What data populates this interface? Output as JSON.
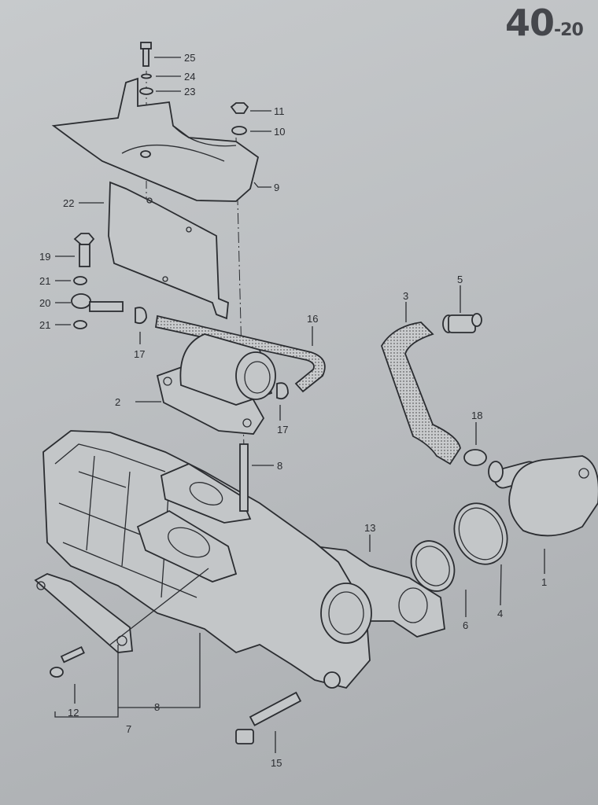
{
  "page": {
    "number": "40",
    "suffix": "-20"
  },
  "labels": {
    "p25": "25",
    "p24": "24",
    "p23": "23",
    "p11": "11",
    "p10": "10",
    "p9": "9",
    "p22": "22",
    "p19": "19",
    "p21a": "21",
    "p20": "20",
    "p21b": "21",
    "p17a": "17",
    "p16": "16",
    "p3": "3",
    "p5": "5",
    "p2": "2",
    "p17b": "17",
    "p18": "18",
    "p8a": "8",
    "p13": "13",
    "p1": "1",
    "p4": "4",
    "p6": "6",
    "p12": "12",
    "p8b": "8",
    "p7": "7",
    "p15": "15"
  }
}
